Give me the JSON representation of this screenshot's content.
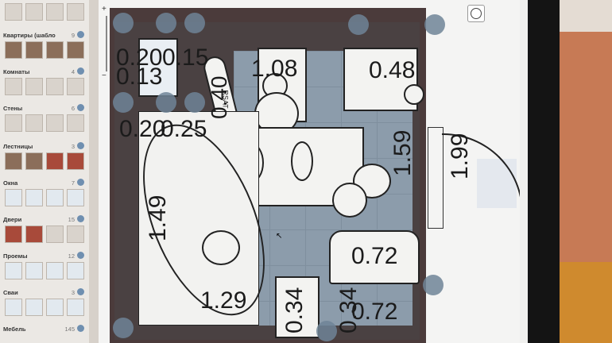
{
  "sidebar": {
    "categories": [
      {
        "label": "Квартиры (шабло",
        "count": "9"
      },
      {
        "label": "Комнаты",
        "count": "4"
      },
      {
        "label": "Стены",
        "count": "6"
      },
      {
        "label": "Лестницы",
        "count": "3"
      },
      {
        "label": "Окна",
        "count": "7"
      },
      {
        "label": "Двери",
        "count": "15"
      },
      {
        "label": "Проемы",
        "count": "12"
      },
      {
        "label": "Сваи",
        "count": "3"
      },
      {
        "label": "Мебель",
        "count": "145"
      }
    ]
  },
  "zoom": {
    "plus": "+",
    "minus": "−"
  },
  "plan": {
    "dimensions": {
      "d_top_left_a": "0.20",
      "d_top_left_b": "0.15",
      "d_top_left_c": "0.13",
      "d_top_left_d": "0.40",
      "d_top_center": "1.08",
      "d_top_right": "0.48",
      "d_mid_left_a": "0.20",
      "d_mid_left_b": "0.25",
      "d_bath_side": "1.49",
      "d_right_vertical": "1.59",
      "d_door_width": "1.99",
      "d_sink": "0.72",
      "d_bath_bottom": "1.29",
      "d_cabinet": "0.34",
      "d_bottom_v": "0.34",
      "d_bottom_right": "0.72"
    },
    "bottle_label": "RSAT"
  },
  "colors": {
    "wall": "#4b3b3b",
    "floor_tile": "#8c9cab",
    "accent": "#6f8fb0"
  }
}
